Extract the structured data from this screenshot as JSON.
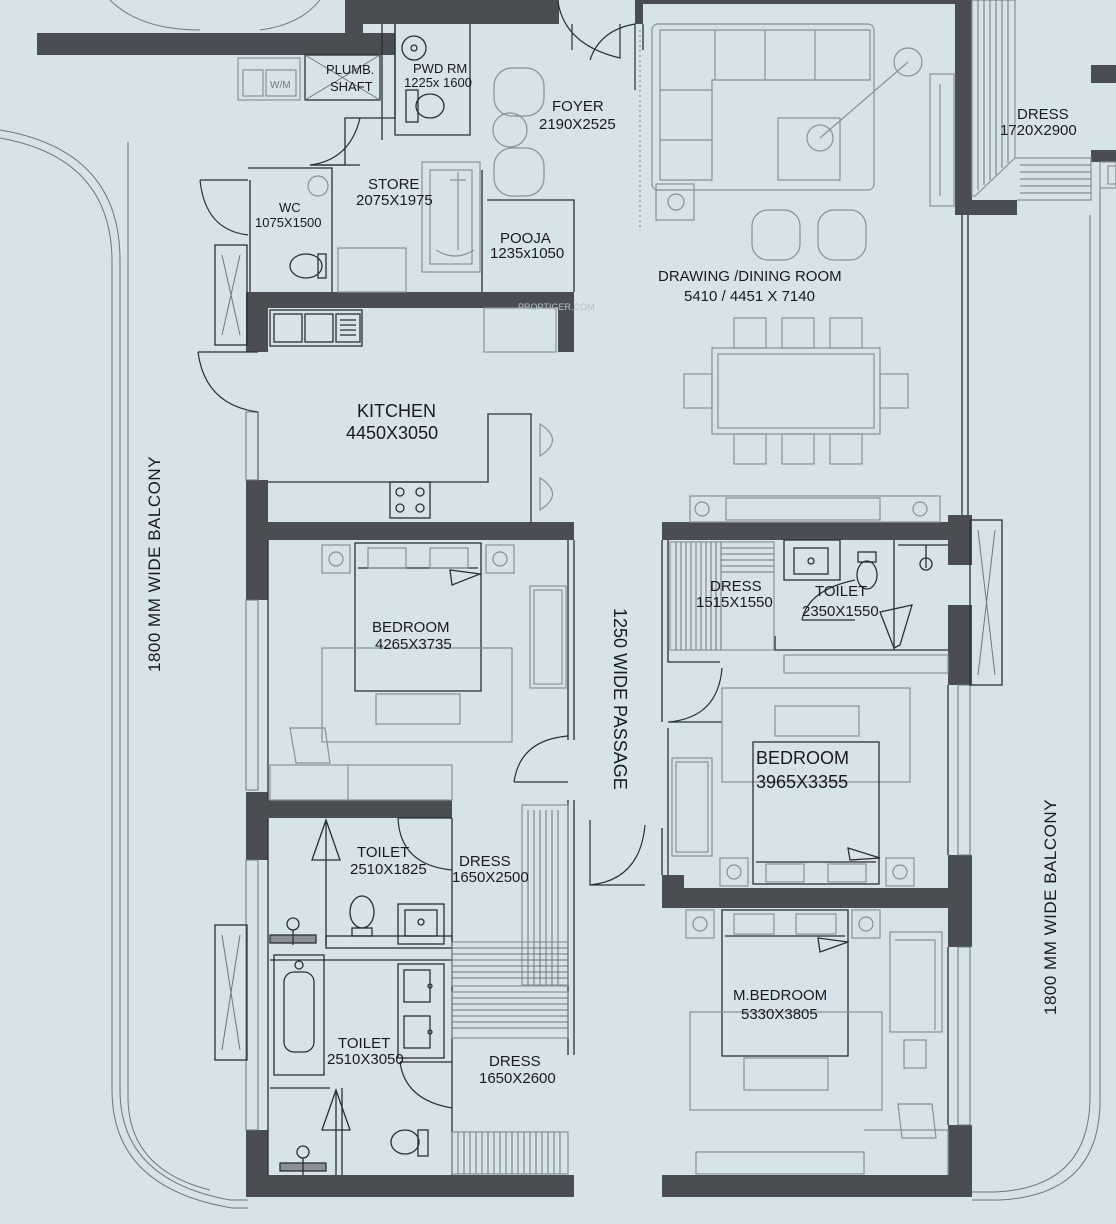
{
  "plan": {
    "rooms": [
      {
        "id": "plumb_shaft",
        "name": "PLUMB. SHAFT",
        "name_lines": [
          "PLUMB.",
          "SHAFT"
        ],
        "size": ""
      },
      {
        "id": "pwd_rm",
        "name": "PWD RM",
        "size": "1225x 1600"
      },
      {
        "id": "foyer",
        "name": "FOYER",
        "size": "2190X2525"
      },
      {
        "id": "dress_top",
        "name": "DRESS",
        "size": "1720X2900"
      },
      {
        "id": "wc",
        "name": "WC",
        "size": "1075X1500"
      },
      {
        "id": "store",
        "name": "STORE",
        "size": "2075X1975"
      },
      {
        "id": "pooja",
        "name": "POOJA",
        "size": "1235x1050"
      },
      {
        "id": "drawing",
        "name": "DRAWING /DINING ROOM",
        "size": "5410 / 4451 X 7140"
      },
      {
        "id": "kitchen",
        "name": "KITCHEN",
        "size": "4450X3050"
      },
      {
        "id": "bedroom1",
        "name": "BEDROOM",
        "size": "4265X3735"
      },
      {
        "id": "dress_r",
        "name": "DRESS",
        "size": "1515X1550"
      },
      {
        "id": "toilet_r",
        "name": "TOILET",
        "size": "2350X1550"
      },
      {
        "id": "bedroom2",
        "name": "BEDROOM",
        "size": "3965X3355"
      },
      {
        "id": "toilet1",
        "name": "TOILET",
        "size": "2510X1825"
      },
      {
        "id": "dress_l",
        "name": "DRESS",
        "size": "1650X2500"
      },
      {
        "id": "toilet2",
        "name": "TOILET",
        "size": "2510X3050"
      },
      {
        "id": "dress_b",
        "name": "DRESS",
        "size": "1650X2600"
      },
      {
        "id": "mbedroom",
        "name": "M.BEDROOM",
        "size": "5330X3805"
      }
    ],
    "passage_label": "1250 WIDE PASSAGE",
    "balcony_left": "1800 MM WIDE BALCONY",
    "balcony_right": "1800 MM WIDE BALCONY",
    "wm_label": "W/M",
    "watermark": "PROPTIGER.COM",
    "colors": {
      "background": "#d6e4ea",
      "wall": "#4a4e52",
      "line": "#2b2f33",
      "furniture": "#8a9095"
    }
  }
}
